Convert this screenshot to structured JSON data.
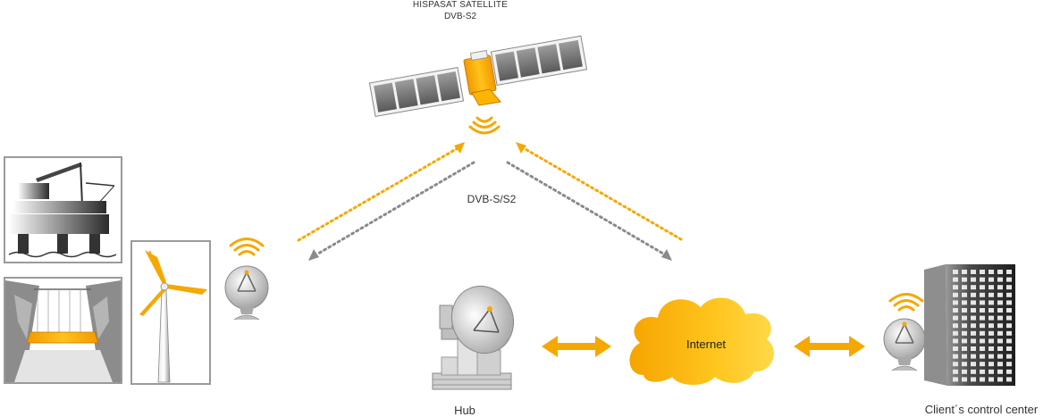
{
  "diagram": {
    "satellite_title": "HISPASAT SATELLITE",
    "satellite_subtitle": "DVB-S2",
    "link_label": "DVB-S/S2",
    "hub_label": "Hub",
    "cloud_label": "Internet",
    "client_label": "Client´s control center"
  },
  "colors": {
    "accent": "#F5A800",
    "accent_dark": "#E08A00",
    "link_gray": "#8A8A8A",
    "frame": "#9A9A9A",
    "text": "#333333"
  },
  "icons": [
    "satellite-icon",
    "signal-waves-icon",
    "dish-antenna-icon",
    "oil-platform-icon",
    "dam-icon",
    "wind-turbine-icon",
    "hub-antenna-icon",
    "cloud-icon",
    "double-arrow-icon",
    "building-icon"
  ]
}
